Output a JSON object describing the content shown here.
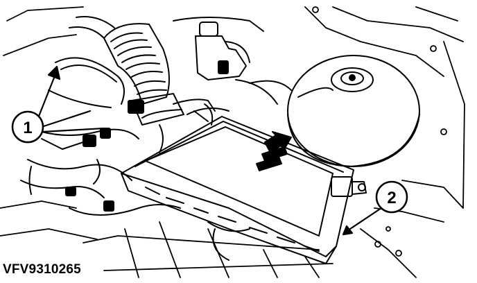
{
  "figure": {
    "reference_code": "VFV9310265",
    "callouts": [
      {
        "id": "callout-1",
        "label": "1"
      },
      {
        "id": "callout-2",
        "label": "2"
      }
    ],
    "colors": {
      "ink": "#000000",
      "paper": "#ffffff"
    }
  }
}
